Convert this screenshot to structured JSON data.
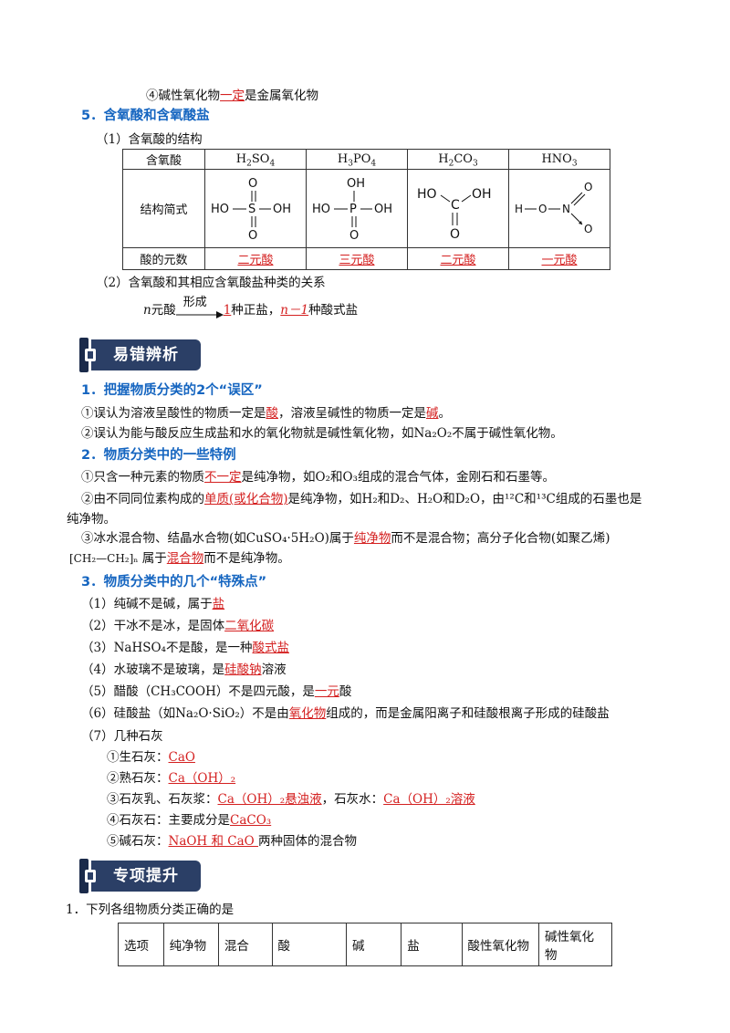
{
  "intro": {
    "prefix": "④碱性氧化物",
    "ans": "一定",
    "suffix": "是金属氧化物"
  },
  "sec5": {
    "title": "5．含氧酸和含氧酸盐",
    "sub1": "（1）含氧酸的结构",
    "table": {
      "row1_label": "含氧酸",
      "row2_label": "结构简式",
      "row3_label": "酸的元数",
      "acids": [
        "H2SO4",
        "H3PO4",
        "H2CO3",
        "HNO3"
      ],
      "basicity": [
        "二元酸",
        "三元酸",
        "二元酸",
        "一元酸"
      ]
    },
    "sub2": "（2）含氧酸和其相应含氧酸盐种类的关系",
    "rel": {
      "n": "n",
      "yuan": "元酸",
      "arrow_label": "形成",
      "a1": "1",
      "t1": "种正盐，",
      "a2": "n－1",
      "t2": "种酸式盐"
    }
  },
  "banner1": "易错辨析",
  "s1": {
    "title": "1．把握物质分类的2个“误区”",
    "l1": {
      "p": "①误认为溶液呈酸性的物质一定是",
      "a1": "酸",
      "m": "，溶液呈碱性的物质一定是",
      "a2": "碱",
      "s": "。"
    },
    "l2": "②误认为能与酸反应生成盐和水的氧化物就是碱性氧化物，如Na₂O₂不属于碱性氧化物。"
  },
  "s2": {
    "title": "2．物质分类中的一些特例",
    "l1": {
      "p": "①只含一种元素的物质",
      "a": "不一定",
      "s": "是纯净物，如O₂和O₃组成的混合气体，金刚石和石墨等。"
    },
    "l2": {
      "p": "②由不同同位素构成的",
      "a": "单质(或化合物)",
      "s": "是纯净物，如H₂和D₂、H₂O和D₂O，由¹²C和¹³C组成的石墨也是"
    },
    "l2b": "纯净物。",
    "l3": {
      "p": "③冰水混合物、结晶水合物(如CuSO₄·5H₂O)属于",
      "a": "纯净物",
      "s": "而不是混合物；高分子化合物(如聚乙烯)"
    },
    "l4": {
      "formula": "[CH₂—CH₂]ₙ",
      "p": "属于",
      "a": "混合物",
      "s": "而不是纯净物。"
    }
  },
  "s3": {
    "title": "3．物质分类中的几个“特殊点”",
    "items": [
      {
        "p": "（1）纯碱不是碱，属于",
        "a": "盐",
        "s": ""
      },
      {
        "p": "（2）干冰不是冰，是固体",
        "a": "二氧化碳",
        "s": ""
      },
      {
        "p": "（3）NaHSO₄不是酸，是一种",
        "a": "酸式盐",
        "s": ""
      },
      {
        "p": "（4）水玻璃不是玻璃，是",
        "a": "硅酸钠",
        "s": "溶液"
      },
      {
        "p": "（5）醋酸（CH₃COOH）不是四元酸，是",
        "a": "一元",
        "s": "酸"
      },
      {
        "p": "（6）硅酸盐（如Na₂O·SiO₂）不是由",
        "a": "氧化物",
        "s": "组成的，而是金属阳离子和硅酸根离子形成的硅酸盐"
      }
    ],
    "i7": "（7）几种石灰",
    "lime": [
      {
        "p": "①生石灰：",
        "a": "CaO ",
        "m": "",
        "a2": ""
      },
      {
        "p": "②熟石灰：",
        "a": "Ca（OH）₂",
        "m": "",
        "a2": ""
      },
      {
        "p": "③石灰乳、石灰浆：",
        "a": "Ca（OH）₂悬浊液",
        "m": "，石灰水：",
        "a2": "Ca（OH）₂溶液"
      },
      {
        "p": "④石灰石：主要成分是",
        "a": "CaCO₃",
        "m": "",
        "a2": ""
      },
      {
        "p": "⑤碱石灰：",
        "a": "NaOH 和 CaO ",
        "m": "两种固体的混合物",
        "a2": ""
      }
    ]
  },
  "banner2": "专项提升",
  "q1": {
    "text": "1．下列各组物质分类正确的是",
    "headers": [
      "选项",
      "纯净物",
      "混合",
      "酸",
      "碱",
      "盐",
      "酸性氧化物",
      "碱性氧化物"
    ]
  }
}
